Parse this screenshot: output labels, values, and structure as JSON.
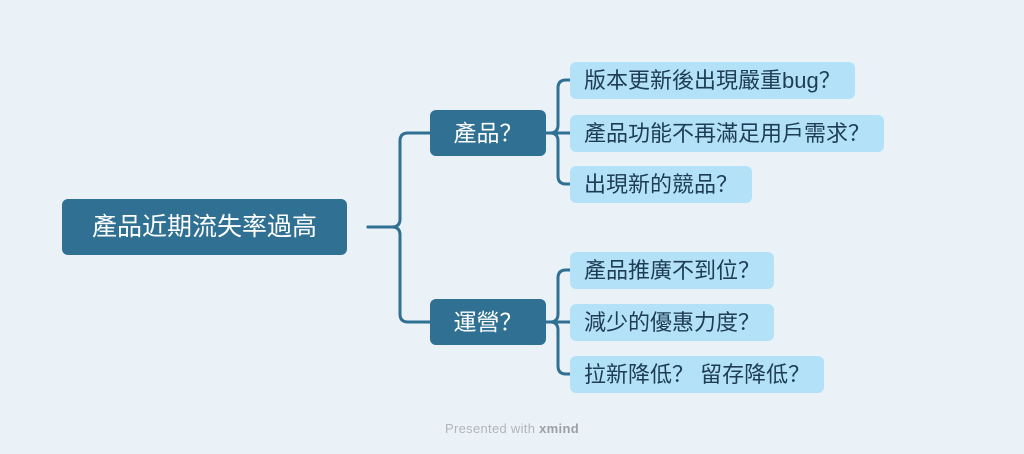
{
  "colors": {
    "background": "#eaf2f8",
    "node_dark": "#2f7093",
    "leaf_bg": "#b3e2f8",
    "leaf_text": "#1e3c55"
  },
  "root": {
    "label": "產品近期流失率過高"
  },
  "branches": [
    {
      "label": "產品？",
      "children": [
        "版本更新後出現嚴重bug？",
        "產品功能不再滿足用戶需求？",
        "出現新的競品？"
      ]
    },
    {
      "label": "運營？",
      "children": [
        "產品推廣不到位？",
        "減少的優惠力度？",
        "拉新降低？ 留存降低？"
      ]
    }
  ],
  "footer": {
    "prefix": "Presented with ",
    "brand": "xmind"
  }
}
